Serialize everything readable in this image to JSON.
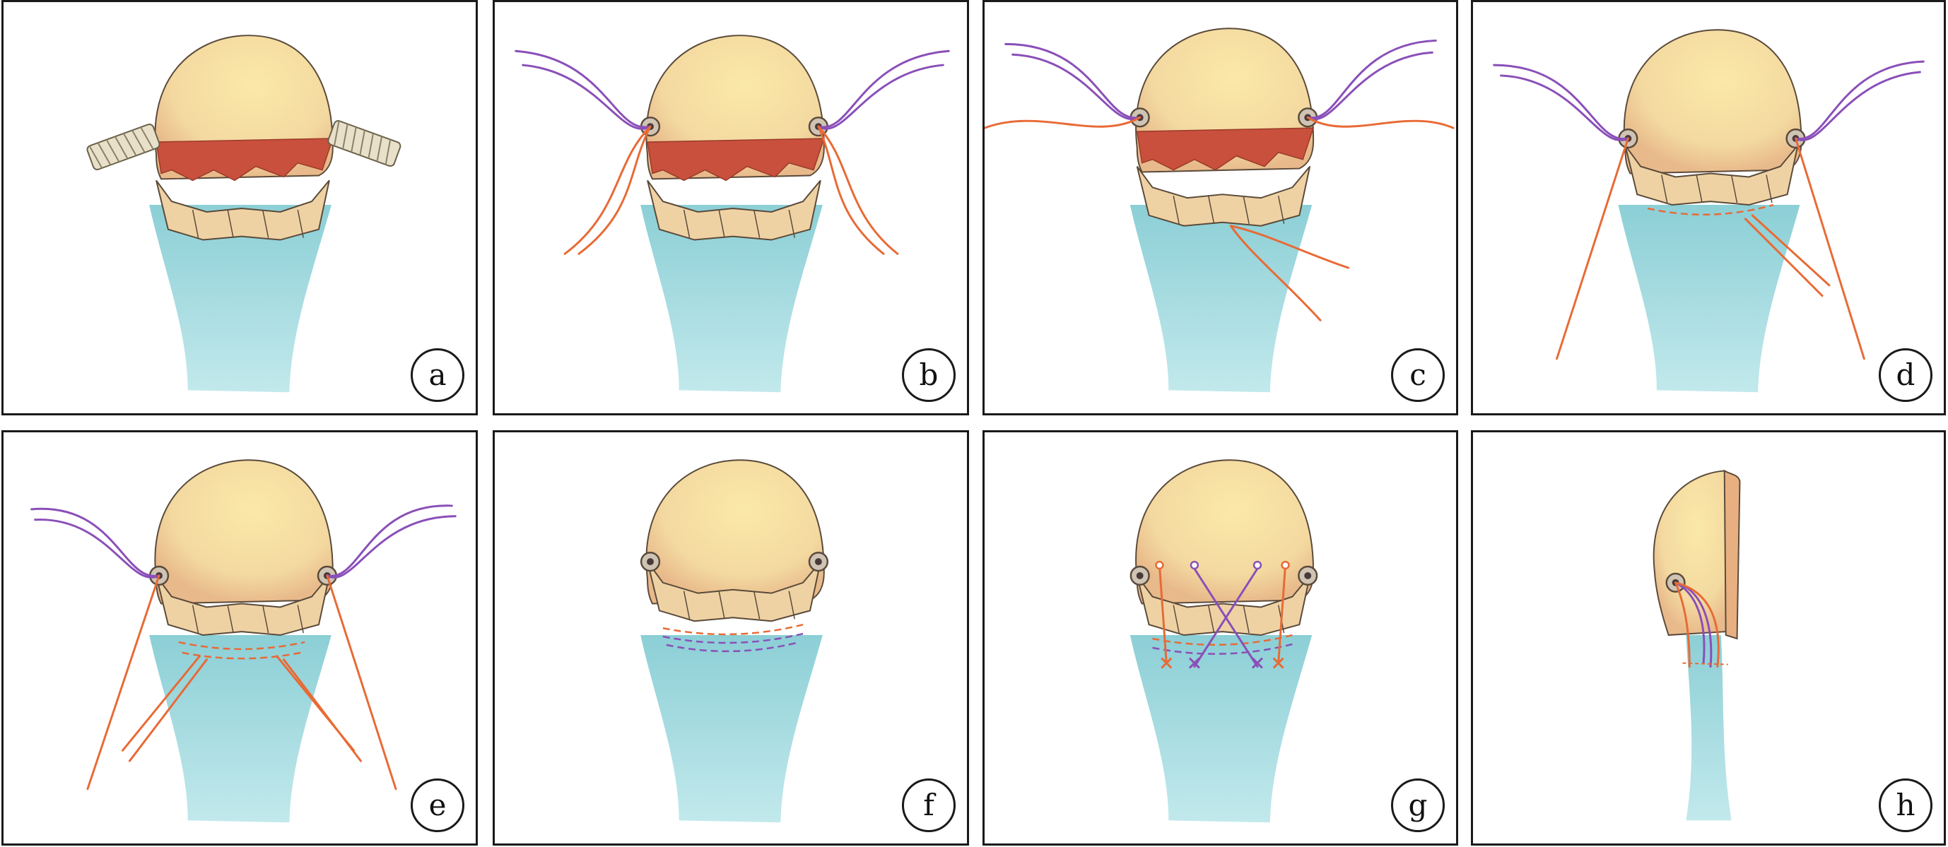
{
  "panels": [
    {
      "id": "a",
      "label": "a",
      "variant": "screws"
    },
    {
      "id": "b",
      "label": "b",
      "variant": "sutures-loose"
    },
    {
      "id": "c",
      "label": "c",
      "variant": "sutures-passing"
    },
    {
      "id": "d",
      "label": "d",
      "variant": "reduced-single"
    },
    {
      "id": "e",
      "label": "e",
      "variant": "reduced-double"
    },
    {
      "id": "f",
      "label": "f",
      "variant": "cerclage"
    },
    {
      "id": "g",
      "label": "g",
      "variant": "crossed-tied"
    },
    {
      "id": "h",
      "label": "h",
      "variant": "lateral-view"
    }
  ],
  "colors": {
    "head_fill": "#f3d9a0",
    "head_highlight": "#fbe9a8",
    "head_edge": "#5a4a3a",
    "fracture_red": "#c8503c",
    "fragment_fill": "#efd2a4",
    "shaft_fill": "#9fd8dc",
    "suture_purple": "#8a4fb8",
    "suture_orange": "#e86a35",
    "screw_fill": "#e8e0c8",
    "border": "#1a1a1a"
  }
}
